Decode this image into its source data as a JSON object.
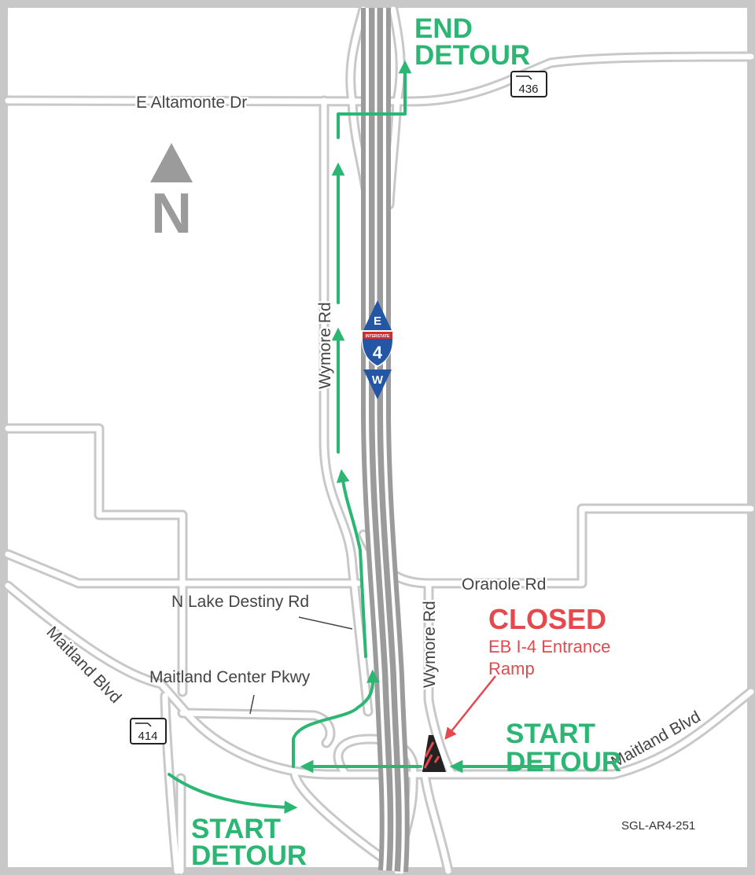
{
  "map": {
    "colors": {
      "road_casing": "#c8c8c8",
      "road_fill": "#ffffff",
      "interstate": "#9b9b9b",
      "detour": "#2cb673",
      "closed": "#e5484d",
      "north": "#9b9b9b",
      "shield_blue": "#2356a4",
      "shield_red": "#d32f2f"
    },
    "north_arrow": {
      "label": "N",
      "icon": "north-arrow-icon"
    },
    "roads": {
      "e_altamonte": "E Altamonte Dr",
      "wymore_upper": "Wymore Rd",
      "wymore_lower": "Wymore Rd",
      "oranole": "Oranole Rd",
      "n_lake_destiny": "N Lake Destiny Rd",
      "maitland_center": "Maitland Center Pkwy",
      "maitland_blvd_west": "Maitland Blvd",
      "maitland_blvd_east": "Maitland Blvd"
    },
    "shields": {
      "sr436": "436",
      "sr414": "414",
      "interstate": {
        "number": "4",
        "label": "INTERSTATE",
        "east": "E",
        "west": "W"
      }
    },
    "detour": {
      "end_line1": "END",
      "end_line2": "DETOUR",
      "start_east_line1": "START",
      "start_east_line2": "DETOUR",
      "start_west_line1": "START",
      "start_west_line2": "DETOUR"
    },
    "closure": {
      "title": "CLOSED",
      "line1": "EB I-4 Entrance",
      "line2": "Ramp"
    },
    "map_code": "SGL-AR4-251"
  }
}
